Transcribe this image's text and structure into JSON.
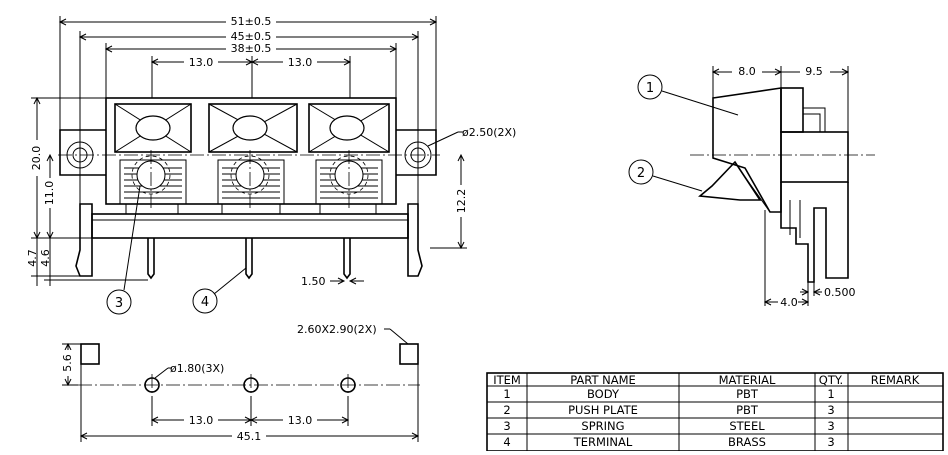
{
  "dimensions": {
    "overall_width": "51±0.5",
    "inner_width": "45±0.5",
    "body_width": "38±0.5",
    "pitch_left": "13.0",
    "pitch_right": "13.0",
    "mount_hole": "ø2.50(2X)",
    "height_total": "20.0",
    "height_lower": "11.0",
    "right_height": "12.2",
    "pin_offset_a": "4.7",
    "pin_offset_b": "4.6",
    "pin_width": "1.50",
    "side_top_left": "8.0",
    "side_top_right": "9.5",
    "side_bottom": "4.0",
    "side_pin": "0.500",
    "pad_height": "5.6",
    "pad_size": "2.60X2.90(2X)",
    "pcb_hole": "ø1.80(3X)",
    "pcb_pitch_left": "13.0",
    "pcb_pitch_right": "13.0",
    "pcb_width": "45.1"
  },
  "balloons": {
    "b1": "1",
    "b2": "2",
    "b3": "3",
    "b4": "4"
  },
  "bom": {
    "headers": [
      "ITEM",
      "PART NAME",
      "MATERIAL",
      "QTY.",
      "REMARK"
    ],
    "rows": [
      [
        "1",
        "BODY",
        "PBT",
        "1",
        ""
      ],
      [
        "2",
        "PUSH PLATE",
        "PBT",
        "3",
        ""
      ],
      [
        "3",
        "SPRING",
        "STEEL",
        "3",
        ""
      ],
      [
        "4",
        "TERMINAL",
        "BRASS",
        "3",
        ""
      ]
    ]
  }
}
